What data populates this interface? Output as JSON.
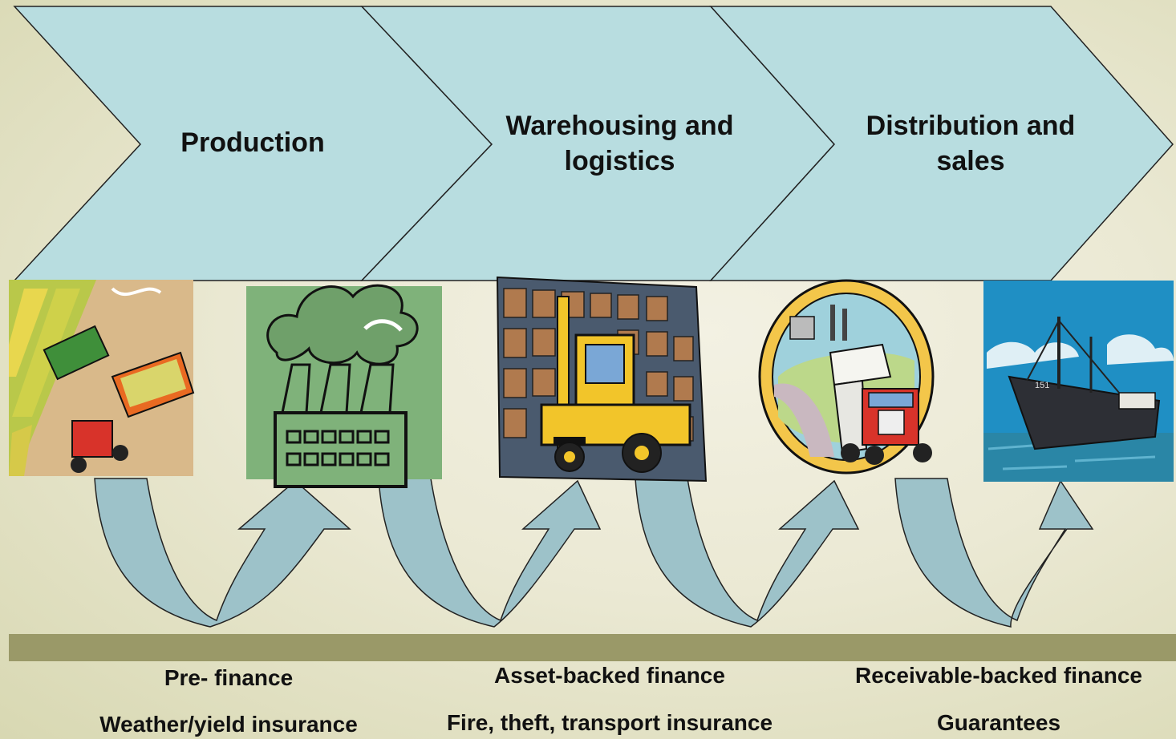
{
  "stages": [
    {
      "label_line1": "Production",
      "label_line2": ""
    },
    {
      "label_line1": "Warehousing and",
      "label_line2": "logistics"
    },
    {
      "label_line1": "Distribution and",
      "label_line2": "sales"
    }
  ],
  "illustrations": [
    {
      "icon": "harvester-field-icon"
    },
    {
      "icon": "factory-icon"
    },
    {
      "icon": "warehouse-forklift-icon"
    },
    {
      "icon": "truck-icon"
    },
    {
      "icon": "cargo-ship-icon"
    }
  ],
  "finance_columns": [
    {
      "line1": "Pre- finance",
      "line2": "Weather/yield insurance"
    },
    {
      "line1": "Asset-backed finance",
      "line2": "Fire, theft, transport insurance"
    },
    {
      "line1": "Receivable-backed finance",
      "line2": "Guarantees"
    }
  ],
  "ship_hull_text": "151",
  "colors": {
    "chevron_fill": "#b8dde0",
    "arrow_fill": "#9dc2c9",
    "band": "#9a9968",
    "background": "#ecebd7"
  }
}
